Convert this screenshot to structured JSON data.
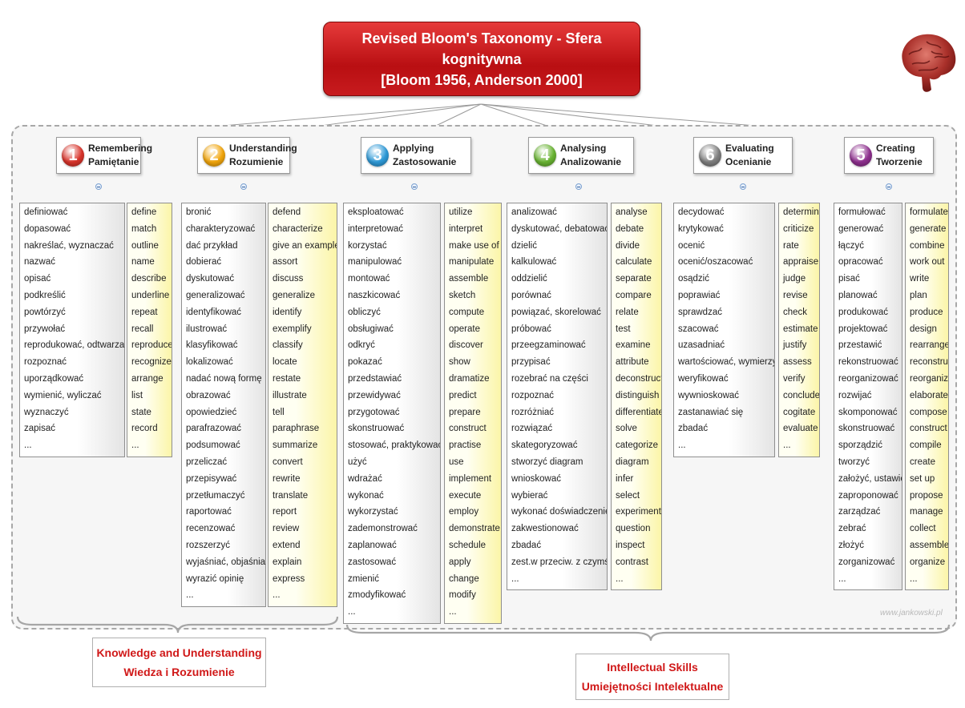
{
  "title": {
    "line1": "Revised  Bloom's Taxonomy - Sfera kognitywna",
    "line2": "[Bloom 1956, Anderson 2000]"
  },
  "icons": {
    "brain": "brain-icon",
    "collapse": "collapse-toggle-icon"
  },
  "colors": {
    "title_red": "#c4161c",
    "cat1": "#d9342b",
    "cat2": "#f2a60c",
    "cat3": "#2e9ad8",
    "cat4": "#69b432",
    "cat5": "#7e7e7e",
    "cat6": "#8e2f8e",
    "summary_text": "#d01818"
  },
  "categories": [
    {
      "number": "1",
      "label_en": "Remembering",
      "label_pl": "Pamiętanie",
      "verbs_pl": [
        "definiować",
        "dopasować",
        "nakreślać, wyznaczać",
        "nazwać",
        "opisać",
        "podkreślić",
        "powtórzyć",
        "przywołać",
        "reprodukować, odtwarzać",
        "rozpoznać",
        "uporządkować",
        "wymienić, wyliczać",
        "wyznaczyć",
        "zapisać",
        "..."
      ],
      "verbs_en": [
        "define",
        "match",
        "outline",
        "name",
        "describe",
        "underline",
        "repeat",
        "recall",
        "reproduce",
        "recognize",
        "arrange",
        "list",
        "state",
        "record",
        "..."
      ]
    },
    {
      "number": "2",
      "label_en": "Understanding",
      "label_pl": "Rozumienie",
      "verbs_pl": [
        "bronić",
        "charakteryzować",
        "dać przykład",
        "dobierać",
        "dyskutować",
        "generalizować",
        "identyfikować",
        "ilustrować",
        "klasyfikować",
        "lokalizować",
        "nadać nową formę",
        "obrazować",
        "opowiedzieć",
        "parafrazować",
        "podsumować",
        "przeliczać",
        "przepisywać",
        "przetłumaczyć",
        "raportować",
        "recenzować",
        "rozszerzyć",
        "wyjaśniać, objaśniać",
        "wyrazić opinię",
        "..."
      ],
      "verbs_en": [
        "defend",
        "characterize",
        "give an example",
        "assort",
        "discuss",
        "generalize",
        "identify",
        "exemplify",
        "classify",
        "locate",
        "restate",
        "illustrate",
        "tell",
        "paraphrase",
        "summarize",
        "convert",
        "rewrite",
        "translate",
        "report",
        "review",
        "extend",
        "explain",
        "express",
        "..."
      ]
    },
    {
      "number": "3",
      "label_en": "Applying",
      "label_pl": "Zastosowanie",
      "verbs_pl": [
        "eksploatować",
        "interpretować",
        "korzystać",
        "manipulować",
        "montować",
        "naszkicować",
        "obliczyć",
        "obsługiwać",
        "odkryć",
        "pokazać",
        "przedstawiać",
        "przewidywać",
        "przygotować",
        "skonstruować",
        "stosować, praktykować",
        "użyć",
        "wdrażać",
        "wykonać",
        "wykorzystać",
        "zademonstrować",
        "zaplanować",
        "zastosować",
        "zmienić",
        "zmodyfikować",
        "..."
      ],
      "verbs_en": [
        "utilize",
        "interpret",
        "make use of",
        "manipulate",
        "assemble",
        "sketch",
        "compute",
        "operate",
        "discover",
        "show",
        "dramatize",
        "predict",
        "prepare",
        "construct",
        "practise",
        "use",
        "implement",
        "execute",
        "employ",
        "demonstrate",
        "schedule",
        "apply",
        "change",
        "modify",
        "..."
      ]
    },
    {
      "number": "4",
      "label_en": "Analysing",
      "label_pl": "Analizowanie",
      "verbs_pl": [
        "analizować",
        "dyskutować, debatować",
        "dzielić",
        "kalkulować",
        "oddzielić",
        "porównać",
        "powiązać, skorelować",
        "próbować",
        "przeegzaminować",
        "przypisać",
        "rozebrać na części",
        "rozpoznać",
        "rozróżniać",
        "rozwiązać",
        "skategoryzować",
        "stworzyć diagram",
        "wnioskować",
        "wybierać",
        "wykonać doświadczenie",
        "zakwestionować",
        "zbadać",
        "zest.w przeciw. z czymś",
        "..."
      ],
      "verbs_en": [
        "analyse",
        "debate",
        "divide",
        "calculate",
        "separate",
        "compare",
        "relate",
        "test",
        "examine",
        "attribute",
        "deconstruct",
        "distinguish",
        "differentiate",
        "solve",
        "categorize",
        "diagram",
        "infer",
        "select",
        "experiment",
        "question",
        "inspect",
        "contrast",
        "..."
      ]
    },
    {
      "number": "6",
      "label_en": "Evaluating",
      "label_pl": "Ocenianie",
      "verbs_pl": [
        "decydować",
        "krytykować",
        "ocenić",
        "ocenić/oszacować",
        "osądzić",
        "poprawiać",
        "sprawdzać",
        "szacować",
        "uzasadniać",
        "wartościować, wymierzyć",
        "weryfikować",
        "wywnioskować",
        "zastanawiać się",
        "zbadać",
        "..."
      ],
      "verbs_en": [
        "determine",
        "criticize",
        "rate",
        "appraise",
        "judge",
        "revise",
        "check",
        "estimate",
        "justify",
        "assess",
        "verify",
        "conclude",
        "cogitate",
        "evaluate",
        "..."
      ]
    },
    {
      "number": "5",
      "label_en": "Creating",
      "label_pl": "Tworzenie",
      "verbs_pl": [
        "formułować",
        "generować",
        "łączyć",
        "opracować",
        "pisać",
        "planować",
        "produkować",
        "projektować",
        "przestawić",
        "rekonstruować",
        "reorganizować",
        "rozwijać",
        "skomponować",
        "skonstruować",
        "sporządzić",
        "tworzyć",
        "założyć, ustawić",
        "zaproponować",
        "zarządzać",
        "zebrać",
        "złożyć",
        "zorganizować",
        "..."
      ],
      "verbs_en": [
        "formulate",
        "generate",
        "combine",
        "work out",
        "write",
        "plan",
        "produce",
        "design",
        "rearrange",
        "reconstruct",
        "reorganize",
        "elaborate",
        "compose",
        "construct",
        "compile",
        "create",
        "set up",
        "propose",
        "manage",
        "collect",
        "assemble",
        "organize",
        "..."
      ]
    }
  ],
  "summaries": {
    "knowledge": {
      "line1": "Knowledge and Understanding",
      "line2": "Wiedza i Rozumienie"
    },
    "intellectual": {
      "line1": "Intellectual Skills",
      "line2": "Umiejętności Intelektualne"
    }
  },
  "watermark": "www.jankowski.pl"
}
